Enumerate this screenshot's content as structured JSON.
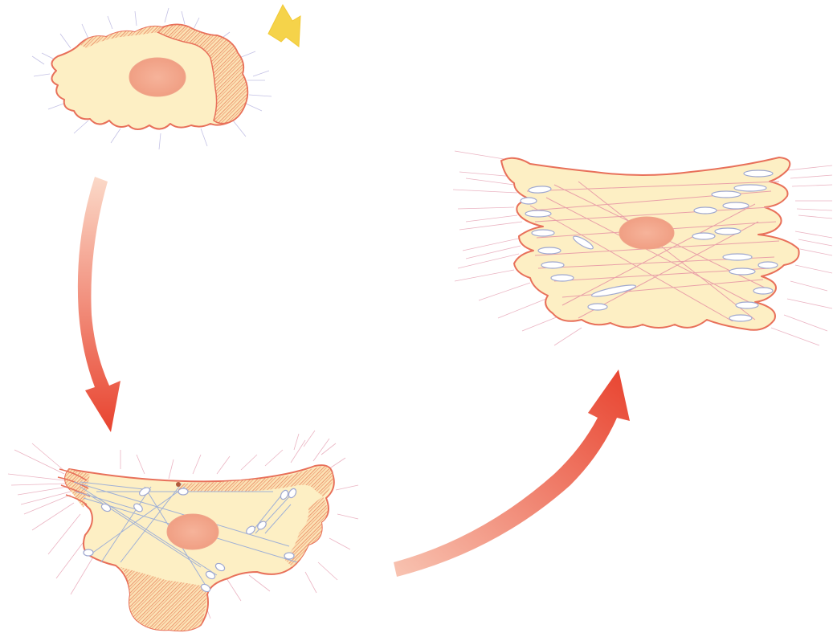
{
  "colors": {
    "cytoplasm": "#fdefc4",
    "membrane": "#e8705a",
    "nucleus": "#f3a688",
    "hatch": "#e8865e",
    "stress_fiber": "#9fb0d6",
    "stress_fiber_mature": "#e9a0a8",
    "adhesion": "#ffffff",
    "adhesion_edge": "#9fa8d0",
    "fibrils": "#e7a7b8",
    "arrow_start": "#f7c5b0",
    "arrow_end": "#e8432f",
    "signal": "#f5d34a"
  },
  "stages": [
    {
      "id": "rounded-cell",
      "description_visible": false
    },
    {
      "id": "spreading-cell",
      "description_visible": false
    },
    {
      "id": "polarized-cell",
      "description_visible": false
    }
  ],
  "icons": {
    "signal": "yellow-arrow-icon",
    "transition_1": "curved-arrow-down-icon",
    "transition_2": "curved-arrow-up-icon"
  }
}
